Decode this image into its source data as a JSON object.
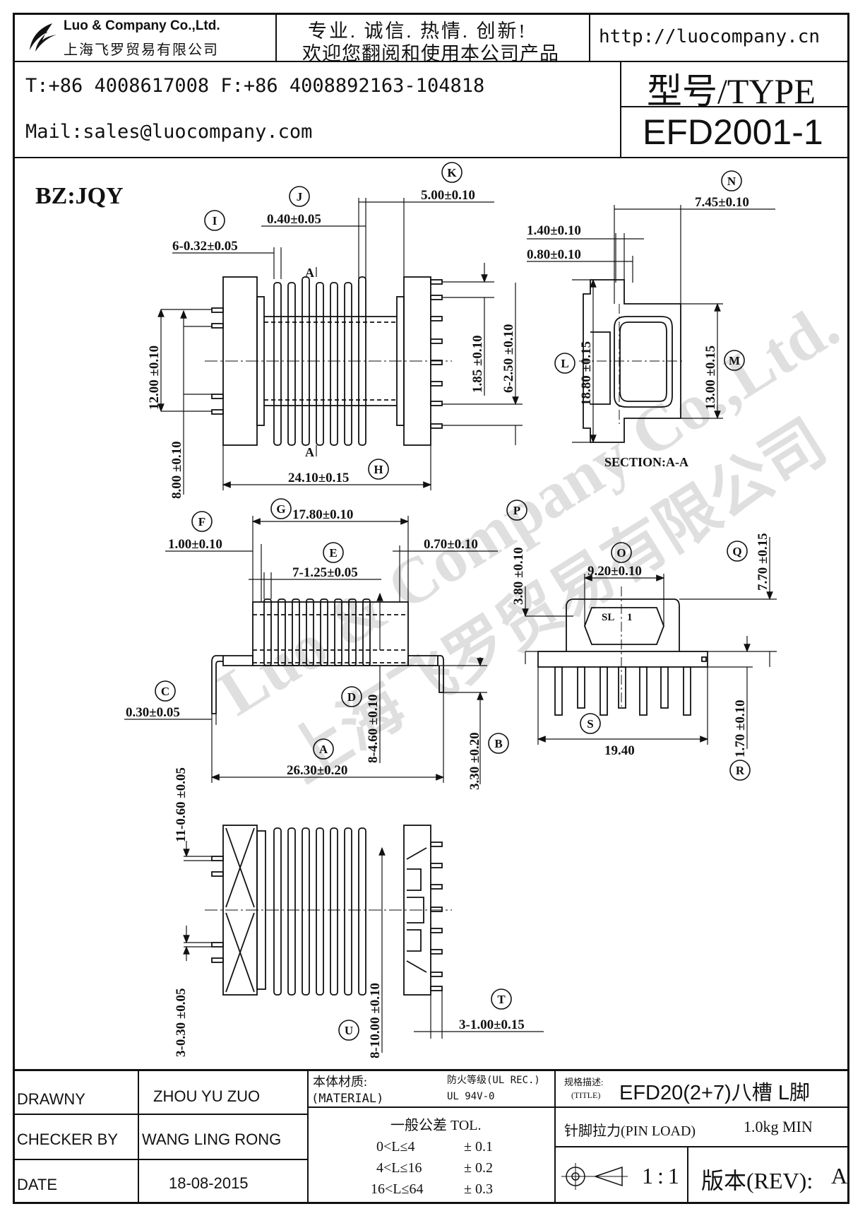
{
  "header": {
    "company_en": "Luo & Company Co.,Ltd.",
    "company_cn": "上海飞罗贸易有限公司",
    "slogan_line1": "专业. 诚信. 热情. 创新!",
    "slogan_line2": "欢迎您翻阅和使用本公司产品",
    "website": "http://luocompany.cn",
    "phone_fax": "T:+86 4008617008 F:+86 4008892163-104818",
    "mail": "Mail:sales@luocompany.com",
    "type_label": "型号/TYPE",
    "type_value": "EFD2001-1"
  },
  "drawing": {
    "bz": "BZ:JQY",
    "section_label": "SECTION:A-A",
    "section_marks": [
      "A",
      "A"
    ],
    "sl_mark": "SL",
    "sl_num": "1",
    "watermark_en": "Luo & Company Co.,Ltd.",
    "watermark_cn": "上海飞罗贸易有限公司",
    "dims": {
      "I": {
        "letter": "I",
        "value": "6-0.32±0.05"
      },
      "J": {
        "letter": "J",
        "value": "0.40±0.05"
      },
      "K": {
        "letter": "K",
        "value": "5.00±0.10"
      },
      "N": {
        "letter": "N",
        "value": "7.45±0.10"
      },
      "pin_w1": {
        "value": "1.40±0.10"
      },
      "pin_w2": {
        "value": "0.80±0.10"
      },
      "H": {
        "letter": "H",
        "value": "24.10±0.15"
      },
      "h12": {
        "value": "12.00 ±0.10"
      },
      "h8": {
        "value": "8.00 ±0.10"
      },
      "p185": {
        "value": "1.85 ±0.10"
      },
      "p250": {
        "value": "6-2.50 ±0.10"
      },
      "L": {
        "letter": "L",
        "value": "18.80 ±0.15"
      },
      "M": {
        "letter": "M",
        "value": "13.00 ±0.15"
      },
      "F": {
        "letter": "F",
        "value": "1.00±0.10"
      },
      "G": {
        "letter": "G",
        "value": "17.80±0.10"
      },
      "g070": {
        "value": "0.70±0.10"
      },
      "E": {
        "letter": "E",
        "value": "7-1.25±0.05"
      },
      "C": {
        "letter": "C",
        "value": "0.30±0.05"
      },
      "D": {
        "letter": "D",
        "value": "8-4.60 ±0.10"
      },
      "A": {
        "letter": "A",
        "value": "26.30±0.20"
      },
      "B": {
        "letter": "B",
        "value": "3.30 ±0.20"
      },
      "P": {
        "letter": "P",
        "value": "3.80 ±0.10"
      },
      "O": {
        "letter": "O",
        "value": "9.20±0.10"
      },
      "Q": {
        "letter": "Q",
        "value": "7.70 ±0.15"
      },
      "S": {
        "letter": "S",
        "value": "19.40"
      },
      "R": {
        "letter": "R",
        "value": "1.70 ±0.10"
      },
      "b11": {
        "value": "11-0.60 ±0.05"
      },
      "b3": {
        "value": "3-0.30 ±0.05"
      },
      "U": {
        "letter": "U",
        "value": "8-10.00 ±0.10"
      },
      "T": {
        "letter": "T",
        "value": "3-1.00±0.15"
      }
    }
  },
  "footer": {
    "drawn_label": "DRAWNY",
    "drawn_value": "ZHOU YU ZUO",
    "checker_label": "CHECKER BY",
    "checker_value": "WANG LING RONG",
    "date_label": "DATE",
    "date_value": "18-08-2015",
    "material_label": "本体材质:",
    "material_label_en": "(MATERIAL)",
    "fire_label": "防火等级(UL REC.)",
    "fire_value": "UL 94V-0",
    "title_label": "规格描述:",
    "title_label_en": "(TITLE)",
    "title_value": "EFD20(2+7)八槽 L脚",
    "tol_header": "一般公差 TOL.",
    "tol_rows": [
      {
        "range": "0<L≤4",
        "tol": "± 0.1"
      },
      {
        "range": "4<L≤16",
        "tol": "± 0.2"
      },
      {
        "range": "16<L≤64",
        "tol": "± 0.3"
      }
    ],
    "pin_load_label": "针脚拉力(PIN LOAD)",
    "pin_load_value": "1.0kg MIN",
    "scale": "1:1",
    "rev_label": "版本(REV):",
    "rev_value": "A"
  }
}
